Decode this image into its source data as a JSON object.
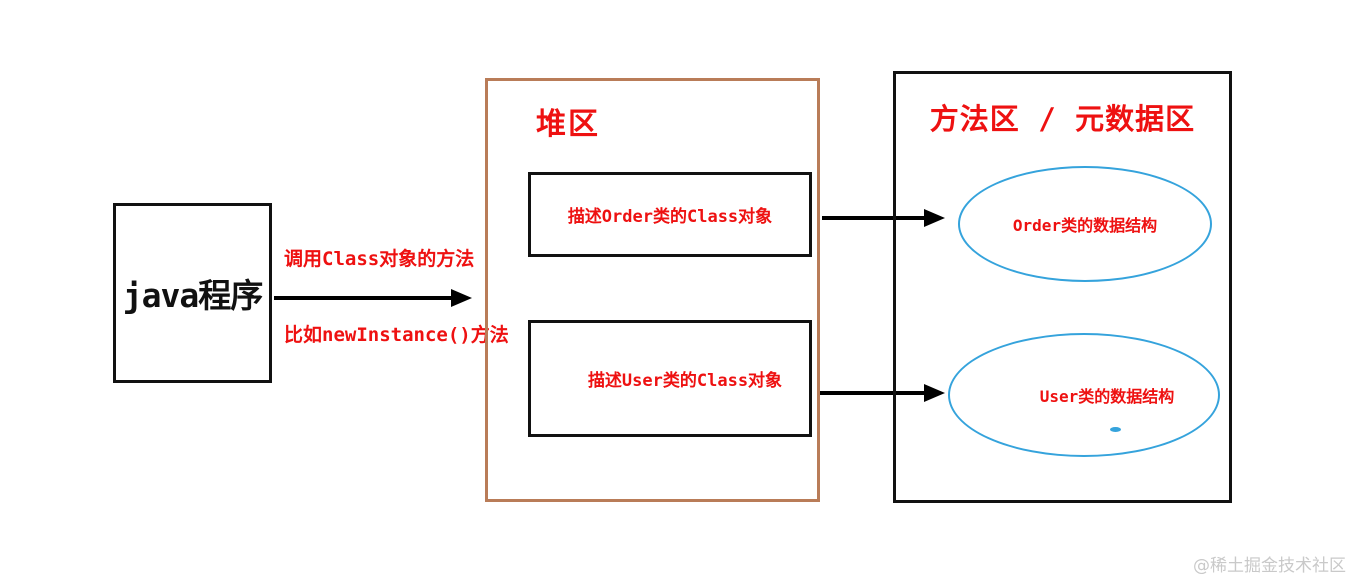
{
  "java_program": {
    "label": "java程序"
  },
  "main_arrow": {
    "label_top": "调用Class对象的方法",
    "label_bottom": "比如newInstance()方法"
  },
  "heap": {
    "title": "堆区",
    "order_class_label": "描述Order类的Class对象",
    "user_class_label": "描述User类的Class对象"
  },
  "method_area": {
    "title": "方法区 / 元数据区",
    "order_struct_label": "Order类的数据结构",
    "user_struct_label": "User类的数据结构"
  },
  "watermark": "@稀土掘金技术社区",
  "colors": {
    "label_red": "#ee1111",
    "heap_border_brown": "#b97c58",
    "ellipse_blue": "#35a3dc",
    "box_border_black": "#111111",
    "arrow_black": "#000000",
    "watermark_gray": "#c9c9c9"
  }
}
